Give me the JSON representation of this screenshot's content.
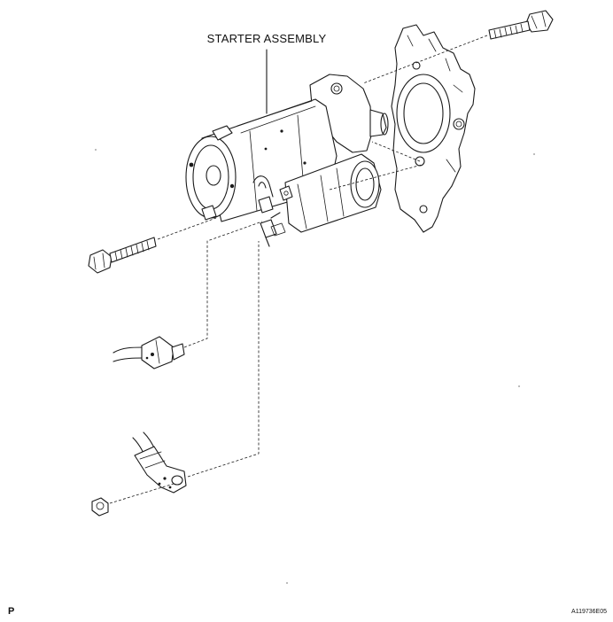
{
  "labels": {
    "starter_assembly": "STARTER ASSEMBLY",
    "page_letter": "P",
    "figure_code": "A119736E05"
  },
  "colors": {
    "ink": "#1a1a1a",
    "background": "#ffffff"
  }
}
